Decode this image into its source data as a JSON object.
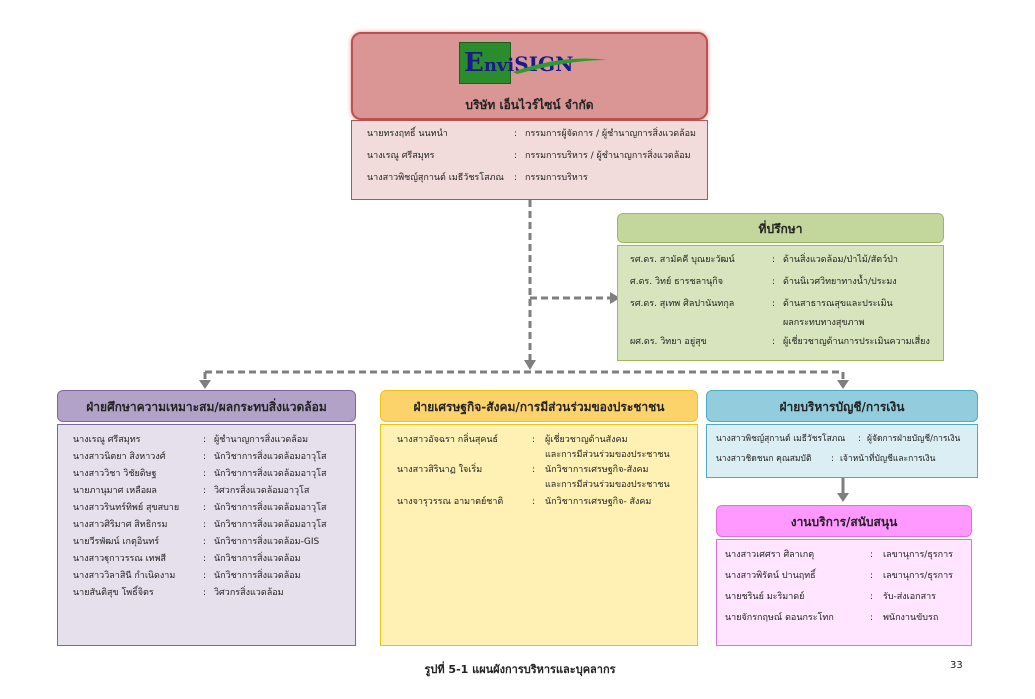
{
  "colors": {
    "top_header": "#d99694",
    "top_header_border": "#c0504d",
    "top_body": "#f2dcdb",
    "advisor_header": "#c3d69b",
    "advisor_body": "#d7e4bd",
    "advisor_border": "#9bbb59",
    "left_header": "#b3a2c7",
    "left_body": "#e5e0ec",
    "left_border": "#8064a2",
    "mid_header": "#fcd26b",
    "mid_body": "#fff0b3",
    "mid_border": "#f2c314",
    "right_header": "#93cddd",
    "right_body": "#daeef3",
    "right_border": "#4bacc6",
    "service_header": "#ff99ff",
    "service_body": "#ffe5ff",
    "service_border": "#e46ce4",
    "connector": "#7f7f7f"
  },
  "company": {
    "logo_text_e": "E",
    "logo_text_nvi": "nvi",
    "logo_text_sign": "SIGN",
    "name": "บริษัท เอ็นไวร์ไซน์ จำกัด",
    "members": [
      {
        "name": "นายทรงฤทธิ์ นนทนำ",
        "role": "กรรมการผู้จัดการ / ผู้ชำนาญการสิ่งแวดล้อม"
      },
      {
        "name": "นางเรณู ศรีสมุทร",
        "role": "กรรมการบริหาร / ผู้ชำนาญการสิ่งแวดล้อม"
      },
      {
        "name": "นางสาวพิชญ์สุกานต์ เมธีวัชรโสภณ",
        "role": "กรรมการบริหาร"
      }
    ]
  },
  "advisors": {
    "title": "ที่ปรึกษา",
    "members": [
      {
        "name": "รศ.ดร. สามัคคี บุณยะวัฒน์",
        "role": "ด้านสิ่งแวดล้อม/ป่าไม้/สัตว์ป่า",
        "role2": ""
      },
      {
        "name": "ศ.ดร. วิทย์ ธารชลานุกิจ",
        "role": "ด้านนิเวศวิทยาทางน้ำ/ประมง",
        "role2": ""
      },
      {
        "name": "รศ.ดร. สุเทพ ศิลปานันทกุล",
        "role": "ด้านสาธารณสุขและประเมิน",
        "role2": "ผลกระทบทางสุขภาพ"
      },
      {
        "name": "ผศ.ดร. วิทยา อยู่สุข",
        "role": "ผู้เชี่ยวชาญด้านการประเมินความเสี่ยง",
        "role2": ""
      }
    ]
  },
  "env_dept": {
    "title": "ฝ่ายศึกษาความเหมาะสม/ผลกระทบสิ่งแวดล้อม",
    "members": [
      {
        "name": "นางเรณู ศรีสมุทร",
        "role": "ผู้ชำนาญการสิ่งแวดล้อม"
      },
      {
        "name": "นางสาวนิตยา สิงหาวงศ์",
        "role": "นักวิชาการสิ่งแวดล้อมอาวุโส"
      },
      {
        "name": "นางสาววิชา วิชัยดิษฐ",
        "role": "นักวิชาการสิ่งแวดล้อมอาวุโส"
      },
      {
        "name": "นายภานุมาศ เหลือผล",
        "role": "วิศวกรสิ่งแวดล้อมอาวุโส"
      },
      {
        "name": "นางสาวรินทร์ทิพย์ สุขสบาย",
        "role": "นักวิชาการสิ่งแวดล้อมอาวุโส"
      },
      {
        "name": "นางสาวศิริมาศ สิทธิกรม",
        "role": "นักวิชาการสิ่งแวดล้อมอาวุโส"
      },
      {
        "name": "นายวีรพัฒน์ เกตุอินทร์",
        "role": "นักวิชาการสิ่งแวดล้อม-GIS"
      },
      {
        "name": "นางสาวฐุกาวรรณ เทพสี",
        "role": "นักวิชาการสิ่งแวดล้อม"
      },
      {
        "name": "นางสาววิลาสินี กำเนิดงาม",
        "role": "นักวิชาการสิ่งแวดล้อม"
      },
      {
        "name": "นายสันติสุข โพธิ์จิตร",
        "role": "วิศวกรสิ่งแวดล้อม"
      }
    ]
  },
  "social_dept": {
    "title": "ฝ่ายเศรษฐกิจ-สังคม/การมีส่วนร่วมของประชาชน",
    "members": [
      {
        "name": "นางสาวอัจฉรา กลิ่นสุคนธ์",
        "role": "ผู้เชี่ยวชาญด้านสังคม",
        "role2": "และการมีส่วนร่วมของประชาชน"
      },
      {
        "name": "นางสาวสิรินาฏ ใจเริ่ม",
        "role": "นักวิชาการเศรษฐกิจ-สังคม",
        "role2": "และการมีส่วนร่วมของประชาชน"
      },
      {
        "name": "นางจารุวรรณ อามาตย์ชาติ",
        "role": "นักวิชาการเศรษฐกิจ- สังคม",
        "role2": ""
      }
    ]
  },
  "finance_dept": {
    "title": "ฝ่ายบริหารบัญชี/การเงิน",
    "members": [
      {
        "name": "นางสาวพิชญ์สุกานต์ เมธีวัชรโสภณ",
        "role": "ผู้จัดการฝ่ายบัญชี/การเงิน"
      },
      {
        "name": "นางสาวชิดชนก คุณสมบัติ",
        "role": "เจ้าหน้าที่บัญชีและการเงิน"
      }
    ]
  },
  "service_dept": {
    "title": "งานบริการ/สนับสนุน",
    "members": [
      {
        "name": "นางสาวเศศรา ศิลาเกตุ",
        "role": "เลขานุการ/ธุรการ"
      },
      {
        "name": "นางสาวพิรัตน์ ปานฤทธิ์",
        "role": "เลขานุการ/ธุรการ"
      },
      {
        "name": "นายชรินย์ มะริมาดย์",
        "role": "รับ-ส่งเอกสาร"
      },
      {
        "name": "นายจักรกฤษณ์ ดอนกระโทก",
        "role": "พนักงานขับรถ"
      }
    ]
  },
  "footer": {
    "caption": "รูปที่ 5-1 แผนผังการบริหารและบุคลากร",
    "page_number": "33"
  }
}
